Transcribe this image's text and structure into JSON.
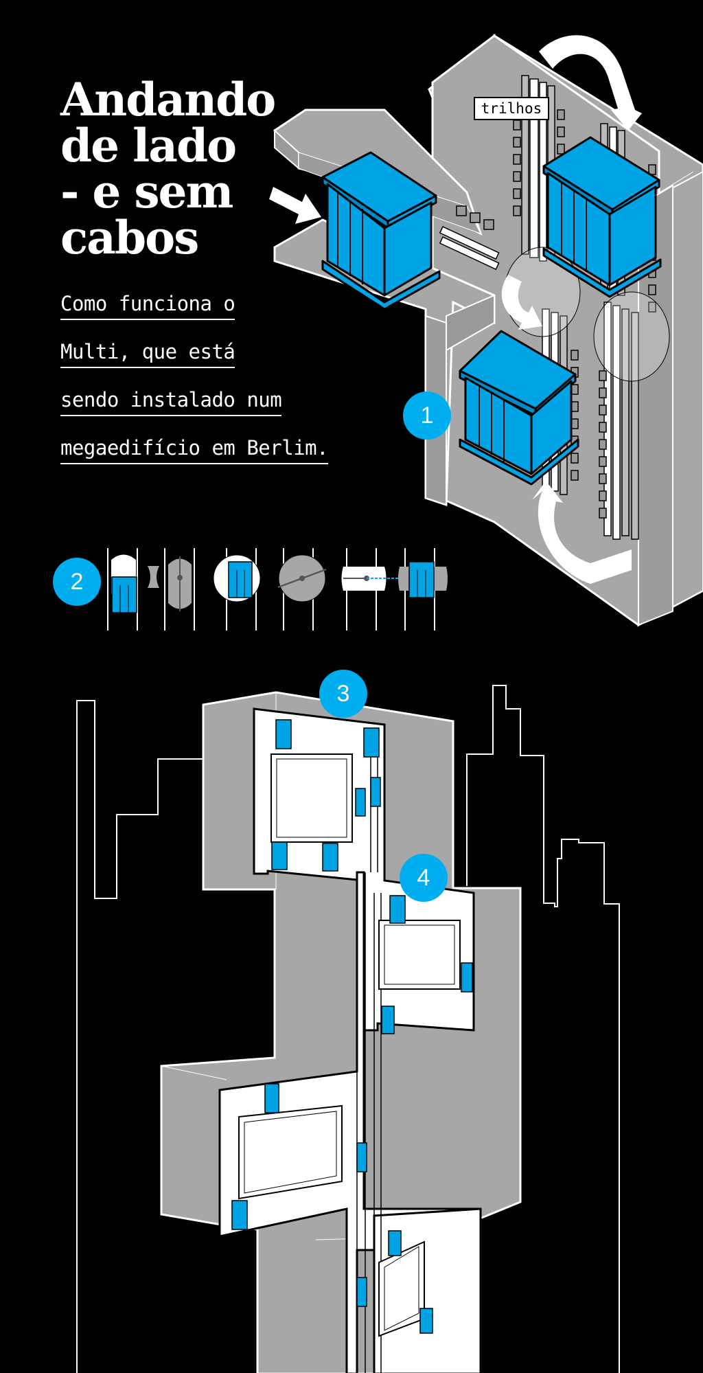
{
  "headline": {
    "lines": [
      "Andando",
      "de lado",
      "- e sem",
      "cabos"
    ]
  },
  "subhead": {
    "lines": [
      "Como funciona o",
      "Multi, que está",
      "sendo instalado num",
      "megaedifício em Berlim."
    ]
  },
  "labels": {
    "rails": "trilhos"
  },
  "steps": [
    {
      "number": "1"
    },
    {
      "number": "2"
    },
    {
      "number": "3"
    },
    {
      "number": "4"
    }
  ],
  "colors": {
    "background": "#000000",
    "accent_blue": "#00aeef",
    "cabin_blue": "#00a4e4",
    "wall_gray": "#a7a7a7",
    "line_white": "#ffffff"
  }
}
